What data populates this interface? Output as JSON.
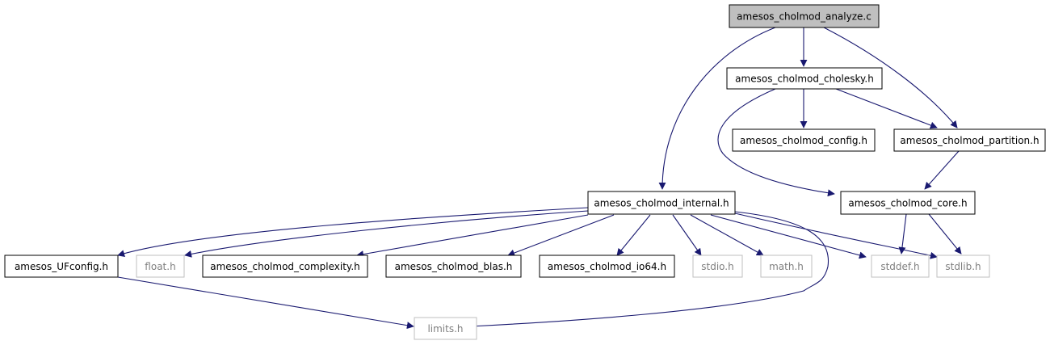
{
  "colors": {
    "edge": "#191970",
    "root_fill": "#bfbfbf",
    "node_border": "#000000",
    "system_border": "#bfbfbf",
    "system_text": "#7f7f7f"
  },
  "nodes": {
    "analyze": "amesos_cholmod_analyze.c",
    "cholesky": "amesos_cholmod_cholesky.h",
    "config": "amesos_cholmod_config.h",
    "partition": "amesos_cholmod_partition.h",
    "internal": "amesos_cholmod_internal.h",
    "core": "amesos_cholmod_core.h",
    "ufconfig": "amesos_UFconfig.h",
    "float": "float.h",
    "complexity": "amesos_cholmod_complexity.h",
    "blas": "amesos_cholmod_blas.h",
    "io64": "amesos_cholmod_io64.h",
    "stdio": "stdio.h",
    "math": "math.h",
    "stddef": "stddef.h",
    "stdlib": "stdlib.h",
    "limits": "limits.h"
  },
  "edges": [
    [
      "analyze",
      "cholesky"
    ],
    [
      "analyze",
      "partition"
    ],
    [
      "analyze",
      "internal"
    ],
    [
      "cholesky",
      "config"
    ],
    [
      "cholesky",
      "partition"
    ],
    [
      "cholesky",
      "core"
    ],
    [
      "partition",
      "core"
    ],
    [
      "core",
      "stddef"
    ],
    [
      "core",
      "stdlib"
    ],
    [
      "internal",
      "ufconfig"
    ],
    [
      "internal",
      "float"
    ],
    [
      "internal",
      "complexity"
    ],
    [
      "internal",
      "blas"
    ],
    [
      "internal",
      "io64"
    ],
    [
      "internal",
      "stdio"
    ],
    [
      "internal",
      "math"
    ],
    [
      "internal",
      "stddef"
    ],
    [
      "internal",
      "stdlib"
    ],
    [
      "internal",
      "limits"
    ],
    [
      "ufconfig",
      "limits"
    ]
  ]
}
